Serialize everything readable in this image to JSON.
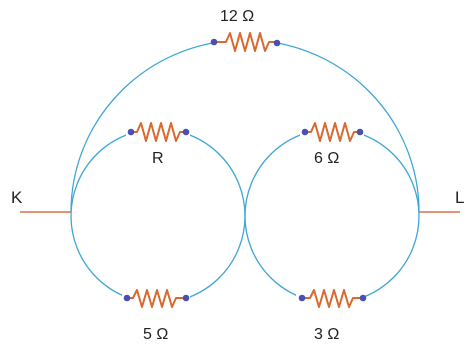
{
  "resistors": {
    "top": "12 Ω",
    "left_upper": "R",
    "right_upper": "6 Ω",
    "left_lower": "5 Ω",
    "right_lower": "3 Ω"
  },
  "terminals": {
    "left": "K",
    "right": "L"
  },
  "colors": {
    "wire": "#3ea6d4",
    "resistor": "#d9692f",
    "lead": "#d9704a",
    "node": "#4a4fb3"
  }
}
